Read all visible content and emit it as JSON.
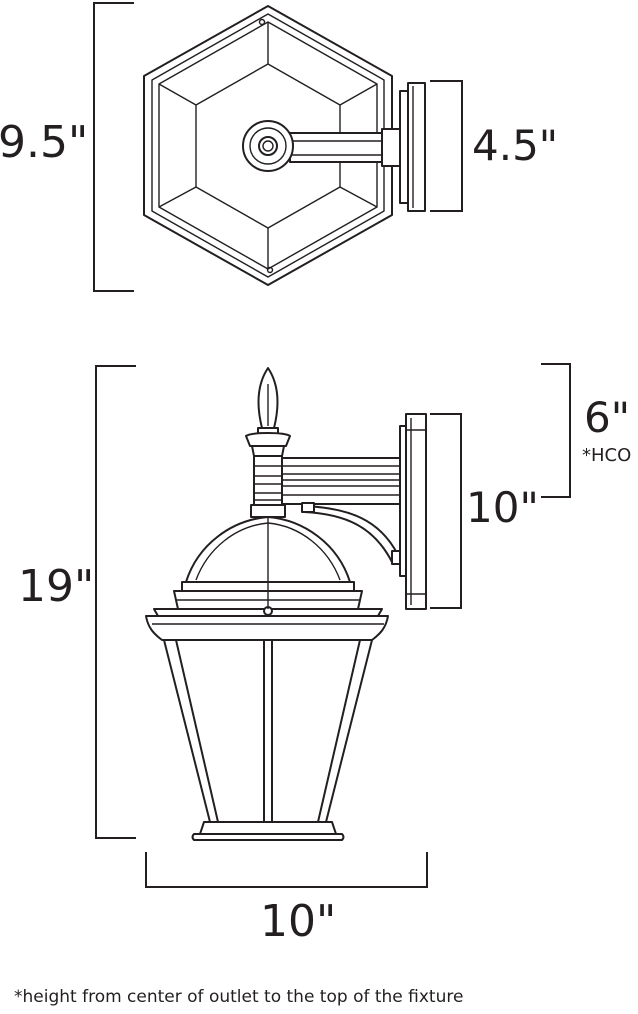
{
  "top_view": {
    "height_label": "9.5\"",
    "backplate_label": "4.5\""
  },
  "side_view": {
    "height_label": "19\"",
    "backplate_label": "10\"",
    "hco_label": "6\"",
    "hco_note": "*HCO",
    "width_label": "10\""
  },
  "footnote": "*height from center of outlet to the top of the fixture"
}
